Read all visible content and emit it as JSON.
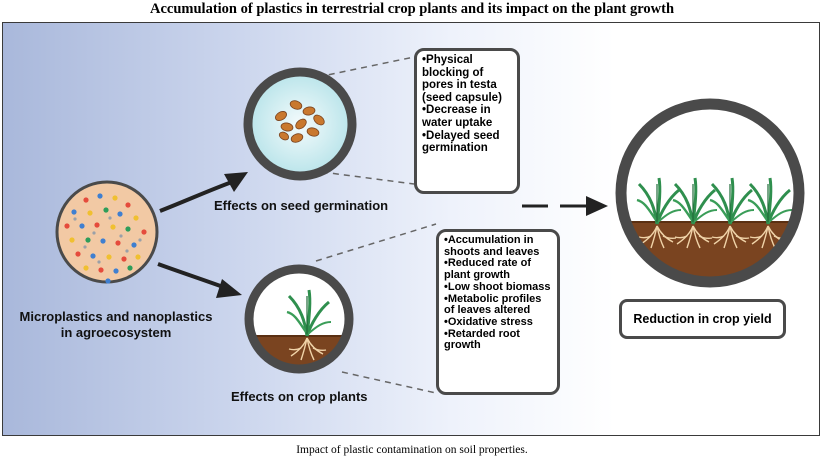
{
  "title": "Accumulation of plastics in terrestrial crop plants and its impact on the plant growth",
  "source_label": {
    "line1": "Microplastics and nanoplastics",
    "line2": "in agroecosystem"
  },
  "seed": {
    "label": "Effects on seed germination",
    "effects": [
      "•Physical blocking of pores in testa (seed capsule)",
      "•Decrease in water uptake",
      "•Delayed seed germination"
    ]
  },
  "crop": {
    "label": "Effects on crop plants",
    "effects": [
      "•Accumulation in shoots and leaves",
      "•Reduced rate of plant growth",
      "•Low shoot biomass",
      "•Metabolic profiles of leaves altered",
      "•Oxidative stress",
      "•Retarded root growth"
    ]
  },
  "outcome": "Reduction in crop yield",
  "caption": "Impact of plastic contamination on soil properties.",
  "colors": {
    "soil": "#7a4420",
    "root": "#e8c79a",
    "leaf": "#2f8f4e",
    "ring": "#4a4a4a",
    "particle_bg": "#f2c9a4"
  }
}
